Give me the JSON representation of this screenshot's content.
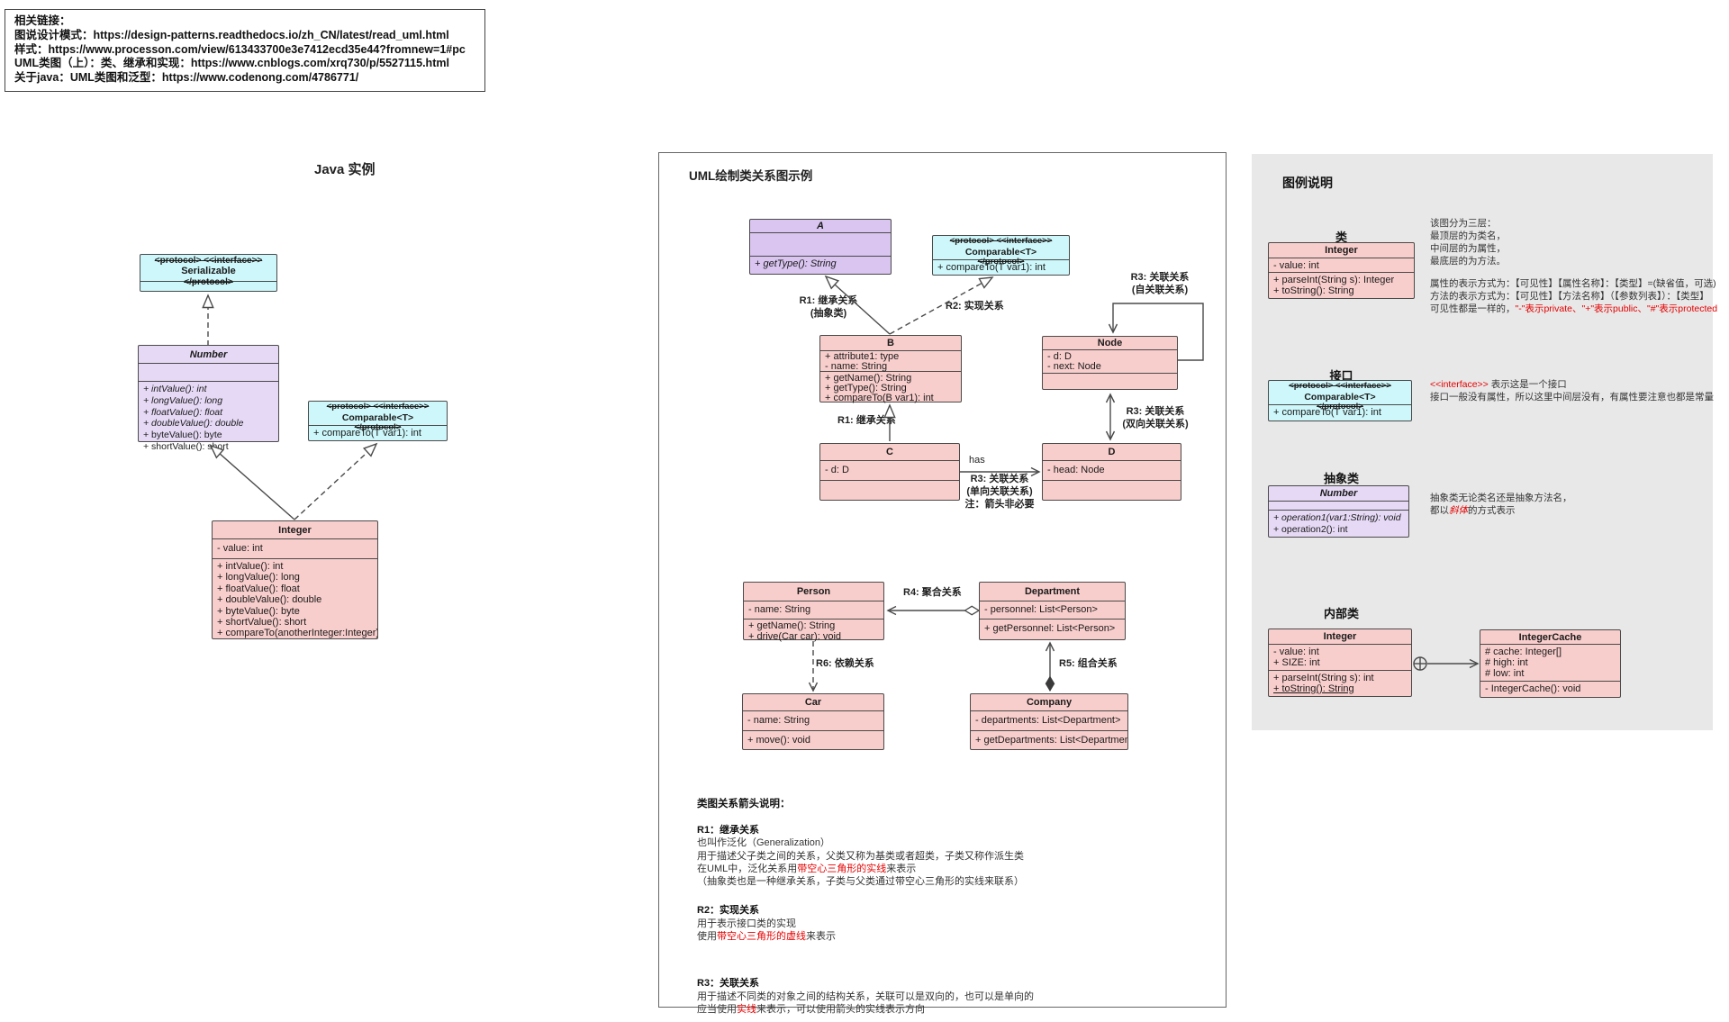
{
  "colors": {
    "class_fill": "#f8cecc",
    "interface_fill": "#cdf7fa",
    "abstract_fill": "#d9c5f0",
    "panel_bg": "#e8e8e8",
    "red_text": "#e60000",
    "stroke": "#4a4a4a"
  },
  "links": {
    "title": "相关链接：",
    "lines": [
      "图说设计模式：https://design-patterns.readthedocs.io/zh_CN/latest/read_uml.html",
      "样式：https://www.processon.com/view/613433700e3e7412ecd35e44?fromnew=1#pc",
      "UML类图（上）：类、继承和实现：https://www.cnblogs.com/xrq730/p/5527115.html",
      "关于java：UML类图和泛型：https://www.codenong.com/4786771/"
    ]
  },
  "java": {
    "title": "Java 实例",
    "serializable": {
      "stereo_open": "<protocol> <<interface>>",
      "name": "Serializable",
      "stereo_close": "</protocol>"
    },
    "number": {
      "title": "Number",
      "methods": [
        "+ intValue(): int",
        "+ longValue(): long",
        "+ floatValue(): float",
        "+ doubleValue(): double",
        "+ byteValue(): byte",
        "+ shortValue(): short"
      ]
    },
    "comparable": {
      "stereo_open": "<protocol> <<interface>>",
      "name": "Comparable<T>",
      "stereo_close": "</protocol>",
      "method": "+ compareTo(T var1): int"
    },
    "integer": {
      "title": "Integer",
      "attr": "- value: int",
      "methods": [
        "+ intValue(): int",
        "+ longValue(): long",
        "+ floatValue(): float",
        "+ doubleValue(): double",
        "+ byteValue(): byte",
        "+ shortValue(): short",
        "+ compareTo(anotherInteger:Integer): int"
      ]
    }
  },
  "uml": {
    "title": "UML绘制类关系图示例",
    "a": {
      "title": "A",
      "method": "+ getType(): String"
    },
    "comparable": {
      "stereo_open": "<protocol> <<interface>>",
      "name": "Comparable<T>",
      "stereo_close": "</protocol>",
      "method": "+ compareTo(T var1): int"
    },
    "b": {
      "title": "B",
      "attrs": [
        "+ attribute1: type",
        "- name: String"
      ],
      "methods": [
        "+ getName(): String",
        "+ getType(): String",
        "+ compareTo(B var1): int"
      ]
    },
    "node": {
      "title": "Node",
      "attrs": [
        "- d: D",
        "- next: Node"
      ]
    },
    "c": {
      "title": "C",
      "attr": "- d: D"
    },
    "d": {
      "title": "D",
      "attr": "- head: Node"
    },
    "person": {
      "title": "Person",
      "attr": "- name: String",
      "methods": [
        "+ getName(): String",
        "+ drive(Car car): void"
      ]
    },
    "department": {
      "title": "Department",
      "attr": "- personnel: List<Person>",
      "method": "+ getPersonnel: List<Person>"
    },
    "car": {
      "title": "Car",
      "attr": "- name: String",
      "method": "+ move(): void"
    },
    "company": {
      "title": "Company",
      "attr": "- departments: List<Department>",
      "method": "+ getDepartments: List<Department>"
    },
    "labels": {
      "r1_abstract_1": "R1: 继承关系",
      "r1_abstract_2": "(抽象类)",
      "r2": "R2: 实现关系",
      "r3_self_1": "R3: 关联关系",
      "r3_self_2": "(自关联关系)",
      "r1": "R1: 继承关系",
      "r3_bi_1": "R3: 关联关系",
      "r3_bi_2": "(双向关联关系)",
      "has": "has",
      "r3_uni_1": "R3: 关联关系",
      "r3_uni_2": "(单向关联关系)",
      "r3_uni_3": "注：箭头非必要",
      "r4": "R4: 聚合关系",
      "r5": "R5: 组合关系",
      "r6": "R6: 依赖关系"
    },
    "notes": {
      "heading": "类图关系箭头说明：",
      "r1_title": "R1：继承关系",
      "r1_line1": "也叫作泛化（Generalization）",
      "r1_line2": "用于描述父子类之间的关系，父类又称为基类或者超类，子类又称作派生类",
      "r1_mixed_pre": "在UML中，泛化关系用",
      "r1_mixed_red": "带空心三角形的实线",
      "r1_mixed_post": "来表示",
      "r1_line4": "（抽象类也是一种继承关系，子类与父类通过带空心三角形的实线来联系）",
      "r2_title": "R2：实现关系",
      "r2_line1": "用于表示接口类的实现",
      "r2_mixed_pre": "使用",
      "r2_mixed_red": "带空心三角形的虚线",
      "r2_mixed_post": "来表示",
      "r3_title": "R3：关联关系",
      "r3_line1": "用于描述不同类的对象之间的结构关系，关联可以是双向的，也可以是单向的",
      "r3_mixed_pre": "应当使用",
      "r3_mixed_red": "实线",
      "r3_mixed_post": "来表示，可以使用箭头的实线表示方向"
    }
  },
  "legend": {
    "title": "图例说明",
    "class_section": {
      "heading": "类",
      "box": {
        "title": "Integer",
        "attr": "- value: int",
        "methods": [
          "+ parseInt(String s): Integer",
          "+ toString(): String"
        ]
      },
      "desc1": [
        "该图分为三层：",
        "最顶层的为类名，",
        "中间层的为属性，",
        "最底层的为方法。"
      ],
      "desc2": [
        "属性的表示方式为：【可见性】【属性名称】：【类型】=(缺省值，可选)",
        "方法的表示方式为：【可见性】【方法名称】（【参数列表】）：【类型】"
      ],
      "desc3_pre": "可见性都是一样的，",
      "desc3_red": "\"-\"表示private、\"+\"表示public、\"#\"表示protected"
    },
    "interface_section": {
      "heading": "接口",
      "box": {
        "stereo_open": "<protocol> <<interface>>",
        "name": "Comparable<T>",
        "stereo_close": "</protocol>",
        "method": "+ compareTo(T var1): int"
      },
      "desc1_red": "<<interface>>",
      "desc1_post": " 表示这是一个接口",
      "desc2": "接口一般没有属性，所以这里中间层没有，有属性要注意也都是常量"
    },
    "abstract_section": {
      "heading": "抽象类",
      "box": {
        "title": "Number",
        "methods": [
          "+ operation1(var1:String): void",
          "+ operation2(): int"
        ]
      },
      "desc_line1": "抽象类无论类名还是抽象方法名，",
      "desc2_pre": "都以",
      "desc2_red": "斜体",
      "desc2_post": "的方式表示"
    },
    "inner_section": {
      "heading": "内部类",
      "integer": {
        "title": "Integer",
        "attrs": [
          "- value: int",
          "+ SIZE: int"
        ],
        "methods": [
          "+ parseInt(String s): int",
          "+ toString(): String"
        ]
      },
      "cache": {
        "title": "IntegerCache",
        "attrs": [
          "# cache: Integer[]",
          "# high: int",
          "# low: int"
        ],
        "method": "- IntegerCache(): void"
      }
    }
  }
}
